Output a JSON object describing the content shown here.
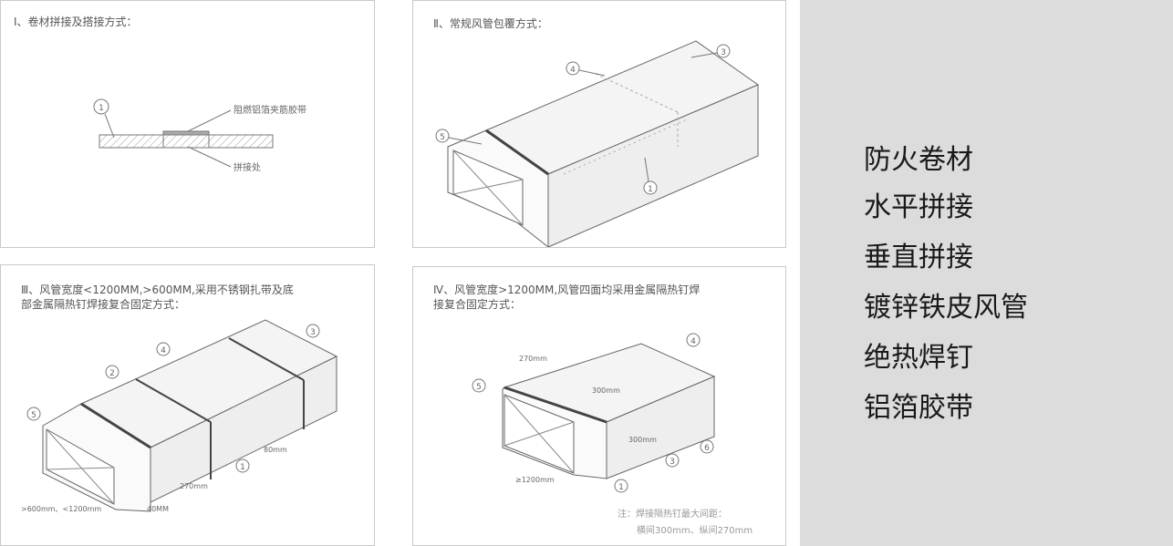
{
  "panels": {
    "p1": {
      "title": "Ⅰ、卷材拼接及搭接方式：",
      "callouts": [
        "阻燃铝箔夹筋胶带",
        "拼接处"
      ],
      "markers": [
        "1"
      ]
    },
    "p2": {
      "title": "Ⅱ、常规风管包覆方式：",
      "markers": [
        "4",
        "3",
        "5",
        "1"
      ]
    },
    "p3": {
      "title_line1": "Ⅲ、风管宽度<1200MM,>600MM,采用不锈钢扎带及底",
      "title_line2": "部金属隔热钉焊接复合固定方式：",
      "markers": [
        "3",
        "4",
        "2",
        "5",
        "1"
      ],
      "dims": [
        "80mm",
        "270mm",
        "40MM",
        ">600mm、<1200mm"
      ]
    },
    "p4": {
      "title_line1": "Ⅳ、风管宽度>1200MM,风管四面均采用金属隔热钉焊",
      "title_line2": "接复合固定方式：",
      "markers": [
        "4",
        "5",
        "6",
        "3",
        "1"
      ],
      "dims": [
        "270mm",
        "300mm",
        "300mm",
        "≥1200mm"
      ],
      "note_line1": "注：焊接隔热钉最大间距：",
      "note_line2": "横间300mm、纵间270mm"
    }
  },
  "legend": {
    "items": [
      "防火卷材",
      "水平拼接",
      "垂直拼接",
      "镀锌铁皮风管",
      "绝热焊钉",
      "铝箔胶带"
    ]
  }
}
